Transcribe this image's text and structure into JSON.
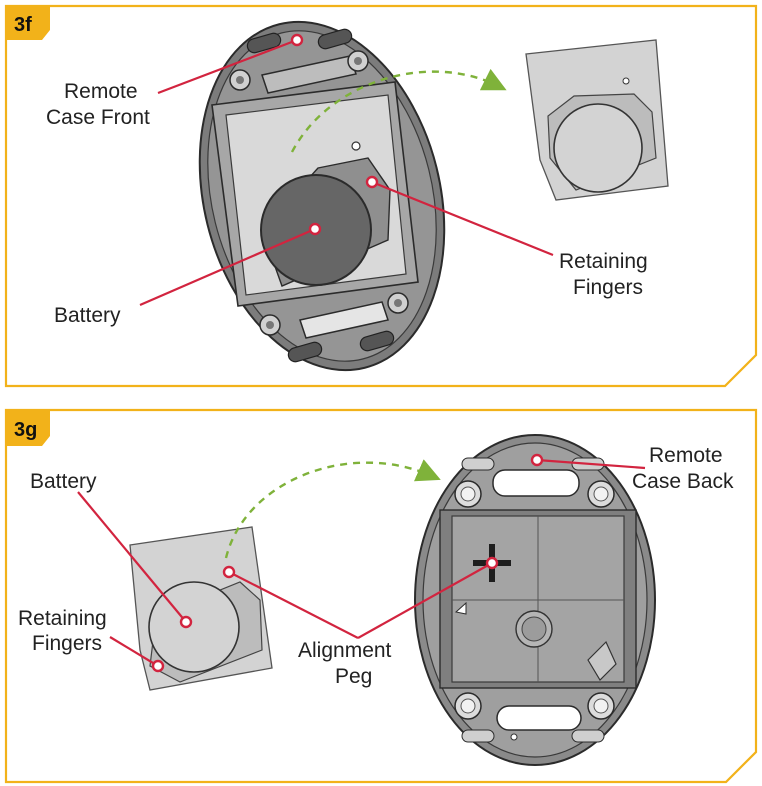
{
  "panels": [
    {
      "id": "3f",
      "labels": {
        "remote_case_front": [
          "Remote",
          "Case Front"
        ],
        "battery": "Battery",
        "retaining_fingers": [
          "Retaining",
          "Fingers"
        ]
      }
    },
    {
      "id": "3g",
      "labels": {
        "battery": "Battery",
        "retaining_fingers": [
          "Retaining",
          "Fingers"
        ],
        "alignment_peg": [
          "Alignment",
          "Peg"
        ],
        "remote_case_back": [
          "Remote",
          "Case Back"
        ]
      }
    }
  ],
  "colors": {
    "frame": "#f2b21a",
    "badge": "#f2b21a",
    "callout": "#d2243f",
    "arrow": "#7fb23a",
    "battery_dark": "#6b6b6b",
    "case_gray": "#8a8a8a",
    "plate": "#d6d6d6"
  }
}
